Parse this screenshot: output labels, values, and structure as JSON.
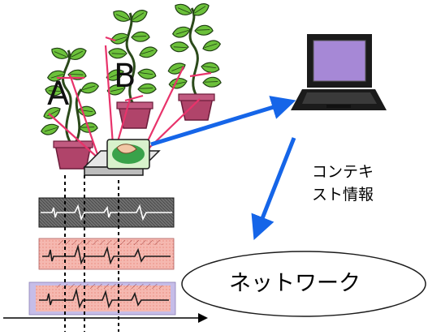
{
  "plants": [
    {
      "id": "A",
      "label": "A"
    },
    {
      "id": "B",
      "label": "B"
    },
    {
      "id": "C",
      "label": ""
    }
  ],
  "context_label": [
    "コンテキ",
    "スト情報"
  ],
  "network_label": "ネットワーク",
  "colors": {
    "leaf": "#6cc13b",
    "leaf_dark": "#1f3f12",
    "pot": "#b0446a",
    "pot_dark": "#6b1c3a",
    "sensor_line": "#e8336b",
    "arrow": "#1565e8",
    "screen": "#a688d6",
    "laptop": "#1b1b1b",
    "panel_gray": "#6f6f6f",
    "panel_pink": "#f5b8b0",
    "panel_purple": "#c6bde8"
  }
}
